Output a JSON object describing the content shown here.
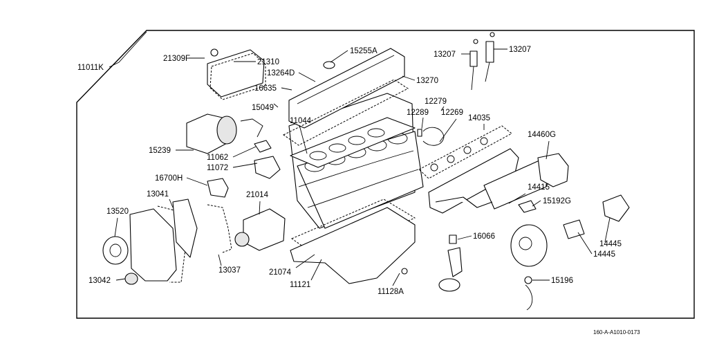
{
  "diagram": {
    "assembly_label": "11011K",
    "footer_code": "160-A-A1010-0173",
    "part_labels": [
      "21309F",
      "21310",
      "15255A",
      "13264D",
      "13270",
      "13207",
      "13207",
      "16635",
      "15049",
      "12279",
      "12289",
      "12269",
      "14035",
      "11044",
      "14460G",
      "15239",
      "11062",
      "11072",
      "16700H",
      "13041",
      "21014",
      "14415",
      "15192G",
      "13520",
      "16066",
      "14445",
      "14445",
      "13037",
      "21074",
      "13042",
      "11121",
      "15196",
      "11128A"
    ]
  }
}
